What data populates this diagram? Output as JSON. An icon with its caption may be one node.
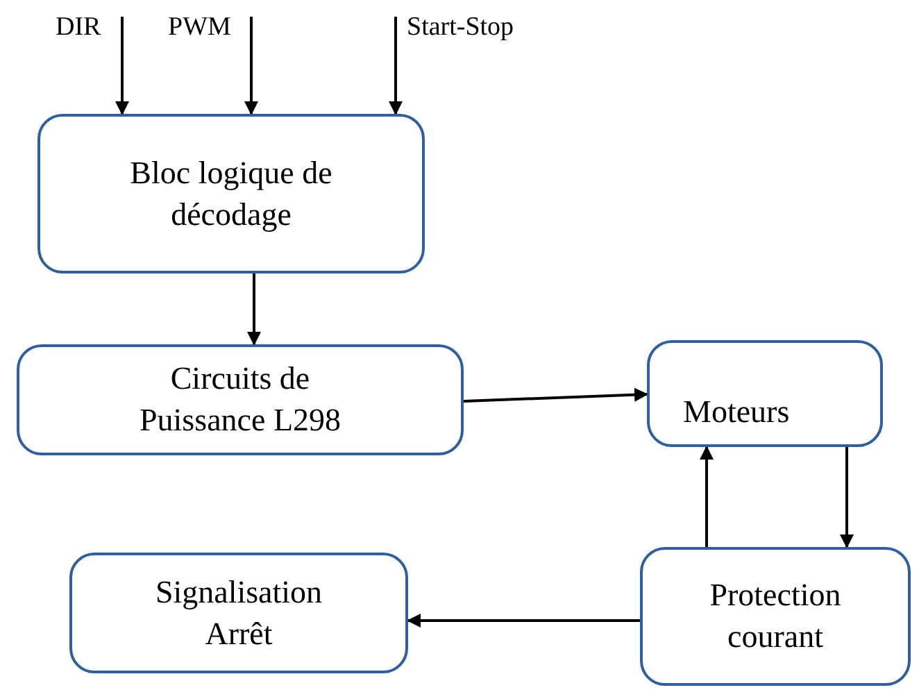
{
  "diagram": {
    "nodes": [
      {
        "text": [
          "DIR"
        ]
      },
      {
        "text": [
          "PWM"
        ]
      },
      {
        "text": [
          "Start-Stop"
        ]
      },
      {
        "text": [
          "Bloc logique de décodage"
        ]
      },
      {
        "text": [
          "Circuits de Puissance L298"
        ]
      },
      {
        "text": [
          "Moteurs"
        ]
      },
      {
        "text": [
          "Signalisation Arrêt"
        ]
      },
      {
        "text": [
          "Protection courant"
        ]
      }
    ],
    "edges": [
      {
        "from": 0,
        "to": 3,
        "arrow": "to"
      },
      {
        "from": 1,
        "to": 3,
        "arrow": "to"
      },
      {
        "from": 2,
        "to": 3,
        "arrow": "to"
      },
      {
        "from": 3,
        "to": 4,
        "arrow": "to"
      },
      {
        "from": 4,
        "to": 5,
        "arrow": "to"
      },
      {
        "from": 5,
        "to": 7,
        "arrow": "to"
      },
      {
        "from": 7,
        "to": 5,
        "arrow": "to"
      },
      {
        "from": 7,
        "to": 6,
        "arrow": "to"
      }
    ]
  }
}
